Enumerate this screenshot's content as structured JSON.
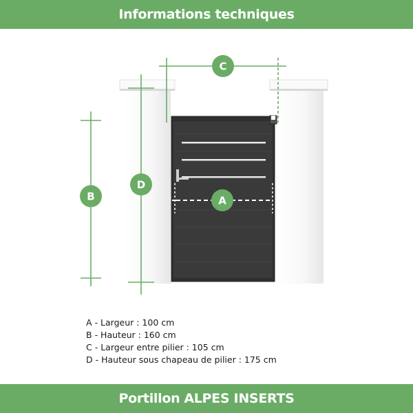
{
  "header": {
    "title": "Informations techniques"
  },
  "diagram": {
    "markers": {
      "a": "A",
      "b": "B",
      "c": "C",
      "d": "D"
    }
  },
  "legend": {
    "items": [
      {
        "letter": "A",
        "text": "- Largeur : 100 cm"
      },
      {
        "letter": "B",
        "text": "- Hauteur : 160 cm"
      },
      {
        "letter": "C",
        "text": "- Largeur entre pilier : 105 cm"
      },
      {
        "letter": "D",
        "text": "- Hauteur sous chapeau de pilier : 175 cm"
      }
    ]
  },
  "footer": {
    "prefix": "Portillon",
    "product": "ALPES INSERTS"
  },
  "colors": {
    "banner": "#6aac65",
    "marker": "#6aac65",
    "gate": "#3a3a3a",
    "pillar": "#f2f2f2"
  }
}
